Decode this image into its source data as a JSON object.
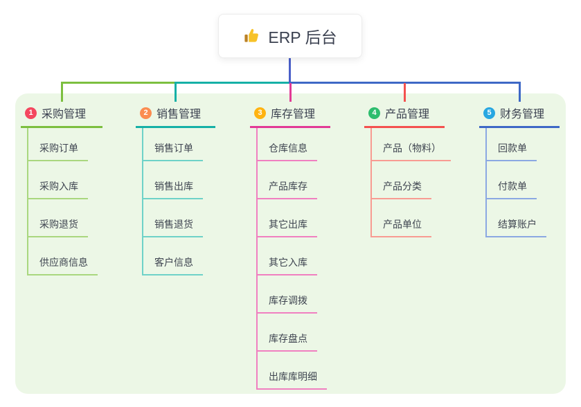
{
  "root": {
    "title": "ERP 后台",
    "icon": "thumbs-up-icon"
  },
  "colors": {
    "panel_bg": "#ecf7e6",
    "root_stem": "#4a5fc8",
    "card_bg": "#ffffff",
    "card_border": "#ececec",
    "title_text": "#3b4150",
    "child_text": "#3e4450",
    "thumb_yellow": "#f7c229",
    "thumb_sleeve": "#bb8124"
  },
  "branches": [
    {
      "num": "1",
      "label": "采购管理",
      "circle_color": "#f4475f",
      "main_color": "#7cbf3f",
      "light_color": "#a9d77e",
      "children": [
        "采购订单",
        "采购入库",
        "采购退货",
        "供应商信息"
      ]
    },
    {
      "num": "2",
      "label": "销售管理",
      "circle_color": "#fb8c50",
      "main_color": "#16b0a6",
      "light_color": "#6ed2c8",
      "children": [
        "销售订单",
        "销售出库",
        "销售退货",
        "客户信息"
      ]
    },
    {
      "num": "3",
      "label": "库存管理",
      "circle_color": "#ffb311",
      "main_color": "#e23a96",
      "light_color": "#f07fc0",
      "children": [
        "仓库信息",
        "产品库存",
        "其它出库",
        "其它入库",
        "库存调拨",
        "库存盘点",
        "出库库明细"
      ]
    },
    {
      "num": "4",
      "label": "产品管理",
      "circle_color": "#2dbd6e",
      "main_color": "#f4514f",
      "light_color": "#f89b92",
      "children": [
        "产品（物料）",
        "产品分类",
        "产品单位"
      ]
    },
    {
      "num": "5",
      "label": "财务管理",
      "circle_color": "#28a7e1",
      "main_color": "#3e68c6",
      "light_color": "#8ba8e2",
      "children": [
        "回款单",
        "付款单",
        "结算账户"
      ]
    }
  ]
}
